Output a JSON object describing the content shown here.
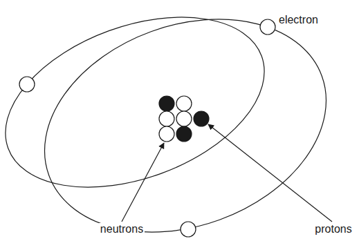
{
  "diagram": {
    "labels": [
      "electron",
      "neutrons",
      "protons"
    ]
  }
}
